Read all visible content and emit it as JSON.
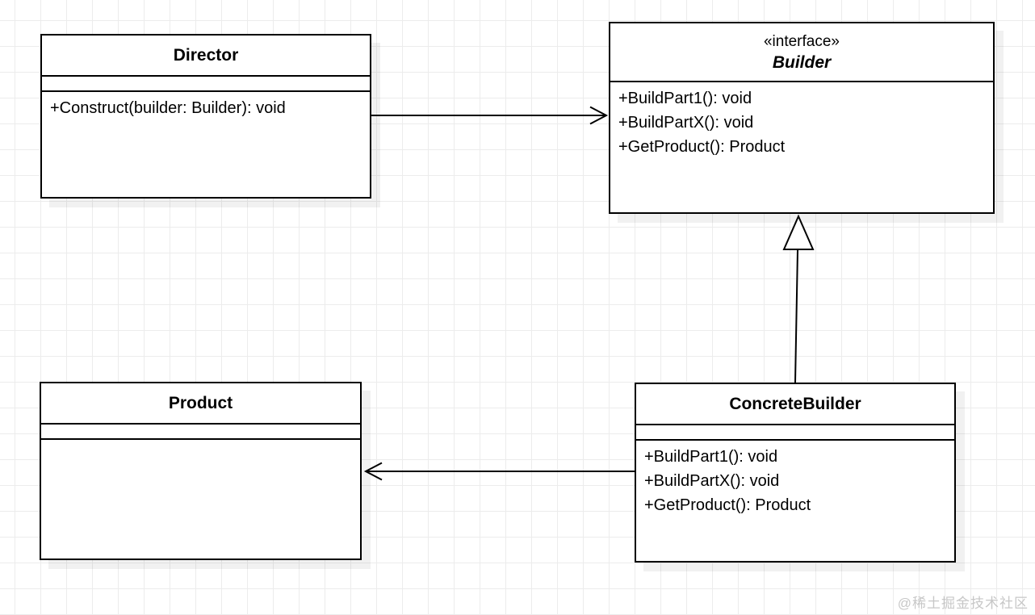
{
  "classes": {
    "director": {
      "name": "Director",
      "methods": [
        "+Construct(builder: Builder): void"
      ]
    },
    "builder": {
      "stereotype": "«interface»",
      "name": "Builder",
      "methods": [
        "+BuildPart1(): void",
        "+BuildPartX(): void",
        "+GetProduct(): Product"
      ]
    },
    "product": {
      "name": "Product",
      "methods": []
    },
    "concrete_builder": {
      "name": "ConcreteBuilder",
      "methods": [
        "+BuildPart1(): void",
        "+BuildPartX(): void",
        "+GetProduct(): Product"
      ]
    }
  },
  "relationships": [
    {
      "type": "directed-association",
      "from": "Director",
      "to": "Builder",
      "arrowhead": "open"
    },
    {
      "type": "realization",
      "from": "ConcreteBuilder",
      "to": "Builder",
      "arrowhead": "hollow-triangle"
    },
    {
      "type": "directed-association",
      "from": "ConcreteBuilder",
      "to": "Product",
      "arrowhead": "open"
    }
  ],
  "watermark": "@稀土掘金技术社区",
  "colors": {
    "box_border": "#000000",
    "box_fill": "#ffffff",
    "grid_line": "#ececec",
    "shadow": "rgba(0,0,0,0.055)",
    "watermark_text": "#c7c7c7"
  }
}
